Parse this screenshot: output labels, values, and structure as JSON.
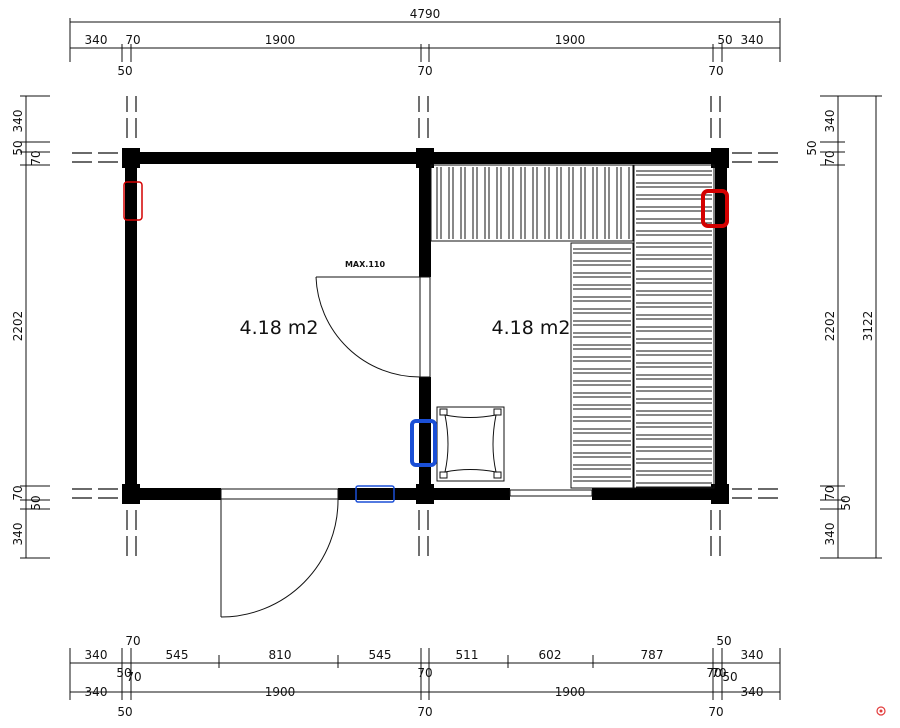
{
  "dimensions": {
    "top": {
      "overall": "4790",
      "row1": [
        "340",
        "70",
        "1900",
        "1900",
        "50",
        "340"
      ],
      "row2": [
        "50",
        "70",
        "70"
      ]
    },
    "left": {
      "segments": [
        "340",
        "50",
        "70",
        "2202",
        "70",
        "50",
        "340"
      ]
    },
    "right": {
      "segments": [
        "340",
        "50",
        "70",
        "2202",
        "70",
        "50",
        "340"
      ],
      "overall": "3122"
    },
    "bottom": {
      "row1": [
        "340",
        "70",
        "545",
        "810",
        "545",
        "511",
        "602",
        "787",
        "50",
        "340"
      ],
      "row1b": [
        "50"
      ],
      "row1c": [
        "70"
      ],
      "row2": [
        "340",
        "70",
        "1900",
        "70",
        "1900",
        "70",
        "50",
        "340"
      ],
      "row3": [
        "50",
        "70",
        "70"
      ]
    }
  },
  "rooms": [
    {
      "area": "4.18 m2"
    },
    {
      "area": "4.18 m2"
    }
  ],
  "door_note": "MAX.110",
  "markers": {
    "red": "#d40000",
    "blue": "#1a4fd6"
  }
}
